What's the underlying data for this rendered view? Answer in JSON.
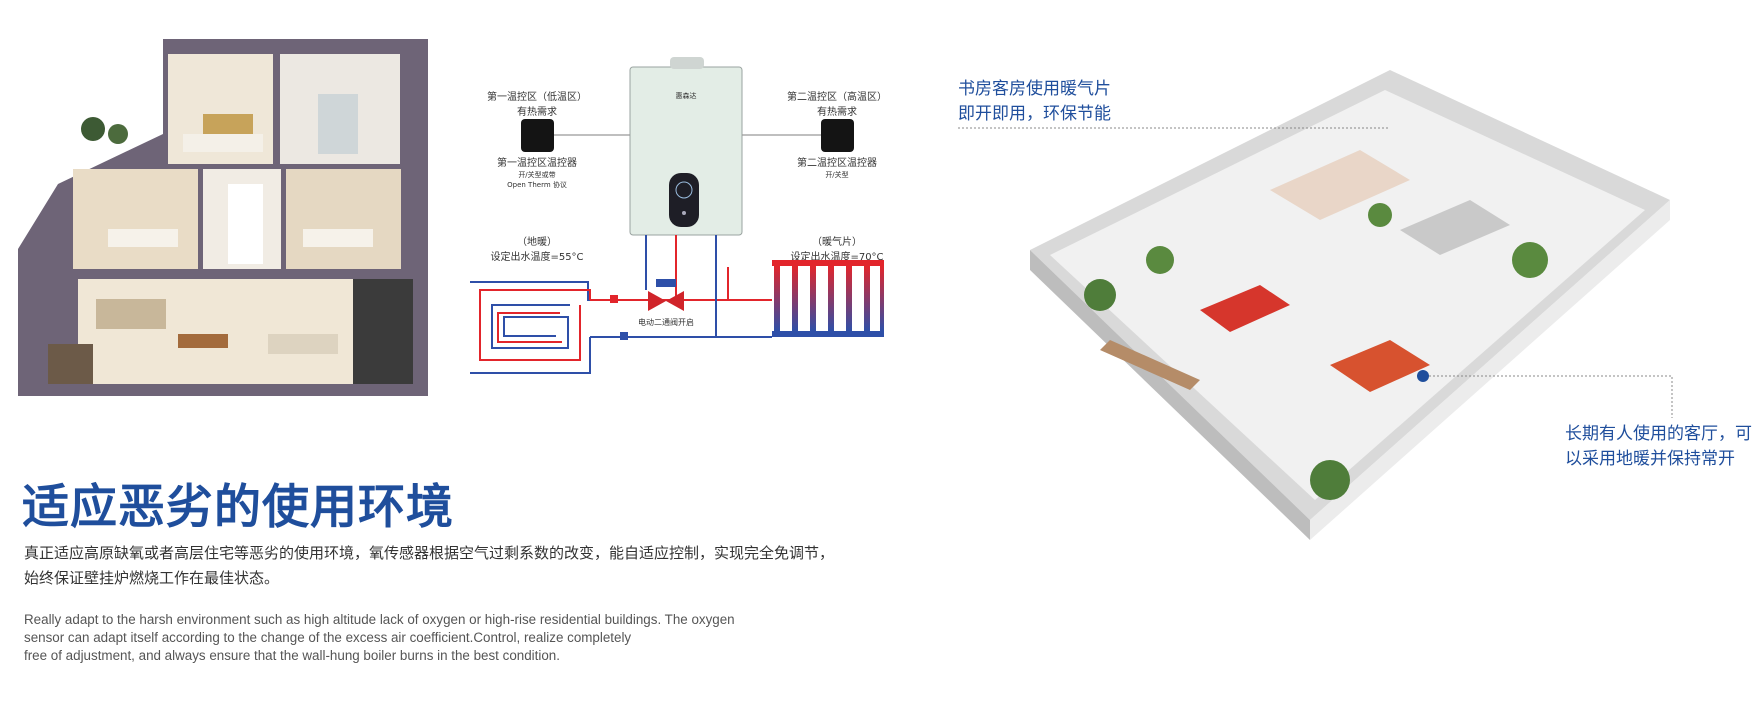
{
  "headline": "适应恶劣的使用环境",
  "description_cn": "真正适应高原缺氧或者高层住宅等恶劣的使用环境，氧传感器根据空气过剩系数的改变，能自适应控制，实现完全免调节，始终保证壁挂炉燃烧工作在最佳状态。",
  "description_en": {
    "line1": "Really adapt to the harsh environment such as high altitude lack of oxygen or high-rise residential buildings. The oxygen",
    "line2": "sensor can adapt itself according to the change of the excess air coefficient.Control, realize completely",
    "line3": "free of adjustment, and always ensure that the wall-hung boiler burns in the best condition."
  },
  "diagram": {
    "zone1": {
      "title": "第一温控区（低温区）",
      "demand": "有热需求",
      "controller": "第一温控区温控器",
      "controller_note1": "开/关型或带",
      "controller_note2": "Open Therm 协议",
      "type": "（地暖）",
      "setpoint": "设定出水温度=55°C"
    },
    "zone2": {
      "title": "第二温控区（高温区）",
      "demand": "有热需求",
      "controller": "第二温控区温控器",
      "controller_note1": "开/关型",
      "type": "（暖气片）",
      "setpoint": "设定出水温度=70°C"
    },
    "boiler_brand": "惠森达",
    "valve_label": "电动二通阀开启",
    "colors": {
      "hot": "#e2252b",
      "cold": "#2e4fa8",
      "boiler": "#e3ede6"
    }
  },
  "callouts": {
    "top_line1": "书房客房使用暖气片",
    "top_line2": "即开即用，环保节能",
    "right_line1": "长期有人使用的客厅，可",
    "right_line2": "以采用地暖并保持常开"
  },
  "colors": {
    "accent": "#1f4e9c"
  }
}
